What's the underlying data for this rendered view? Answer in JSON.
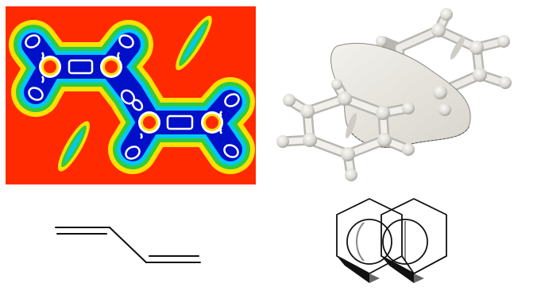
{
  "figure": {
    "panels": [
      {
        "id": "heatmap",
        "kind": "electron-density-map"
      },
      {
        "id": "isosurface",
        "kind": "3d-rendered-surface"
      },
      {
        "id": "skeletal",
        "kind": "line-structure"
      },
      {
        "id": "hexagons",
        "kind": "overlapping-rings-diagram"
      }
    ],
    "colors": {
      "heat_high": "#ff2a00",
      "heat_mid_yellow": "#ffe000",
      "heat_mid_green": "#2ecc40",
      "heat_cyan": "#00c8ff",
      "heat_low": "#0010c8",
      "surface": "#e9e7e2",
      "line": "#111111"
    }
  }
}
